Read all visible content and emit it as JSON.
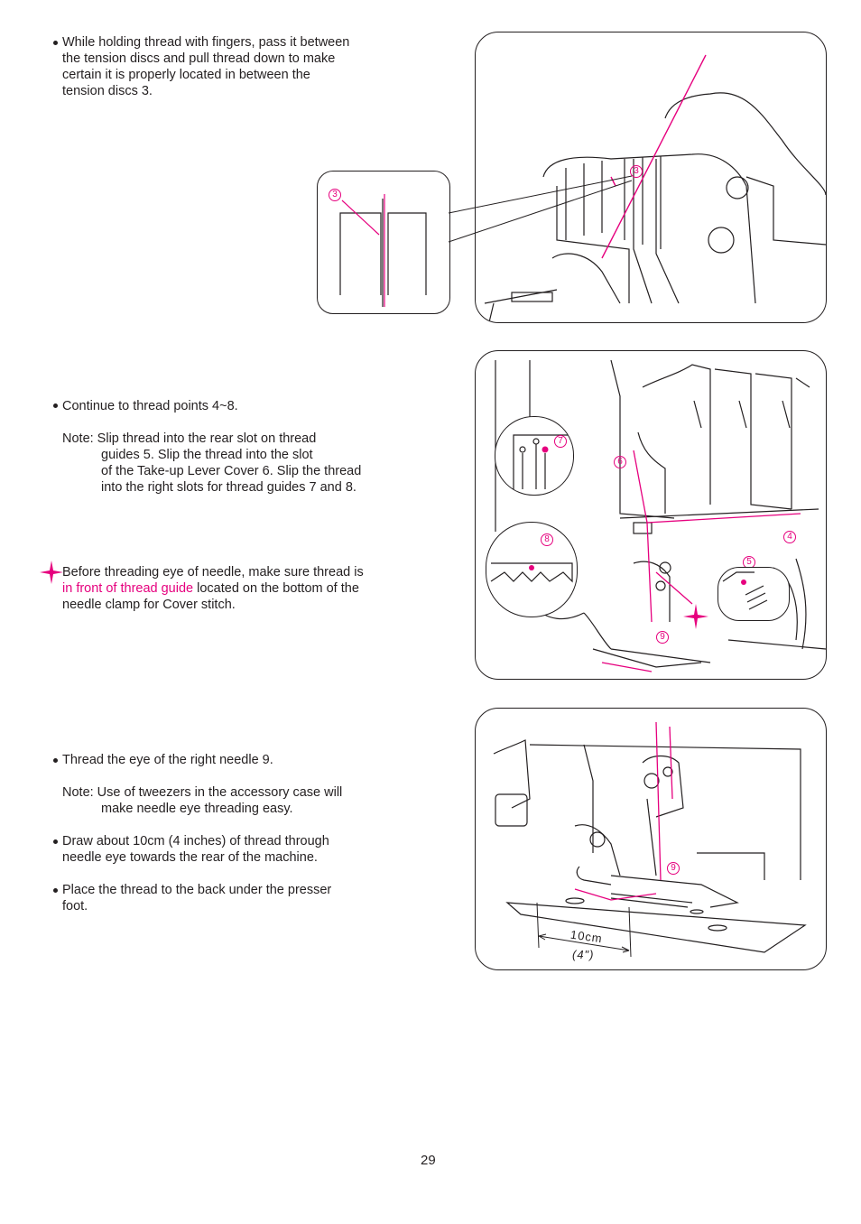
{
  "section1": {
    "lines": [
      "While holding thread with fingers, pass it between",
      "the tension discs and pull thread down to make",
      "certain it is properly located in between the",
      "tension discs 3."
    ]
  },
  "section2": {
    "bullet_line": "Continue to thread points 4~8.",
    "note_first": "Note: Slip thread into the rear slot on thread",
    "note_rest": [
      "guides 5.  Slip the thread into the slot",
      "of the Take-up Lever Cover 6.  Slip the thread",
      "into the right slots for thread guides 7 and 8."
    ]
  },
  "caution": {
    "line1": "Before threading eye of needle, make sure thread is",
    "highlight": "in front of thread guide",
    "line2_rest": " located on the bottom of the",
    "line3": "needle clamp for Cover stitch."
  },
  "section3": {
    "bullet1": "Thread the eye of the right needle 9.",
    "note_first": "Note: Use of tweezers in the accessory case will",
    "note_rest": "make needle eye threading easy.",
    "bullet2_lines": [
      "Draw about 10cm (4 inches) of thread through",
      "needle eye towards the rear of the machine."
    ],
    "bullet3_lines": [
      "Place the thread to the back under the presser",
      "foot."
    ]
  },
  "figure_labels": {
    "fig1_inset": "3",
    "fig1_main": "3",
    "fig2": [
      "7",
      "6",
      "8",
      "4",
      "5",
      "9"
    ],
    "fig3": "9",
    "measure_cm": "10cm",
    "measure_in": "(4\")"
  },
  "colors": {
    "accent": "#e6007e",
    "ink": "#231f20"
  },
  "page_number": "29"
}
